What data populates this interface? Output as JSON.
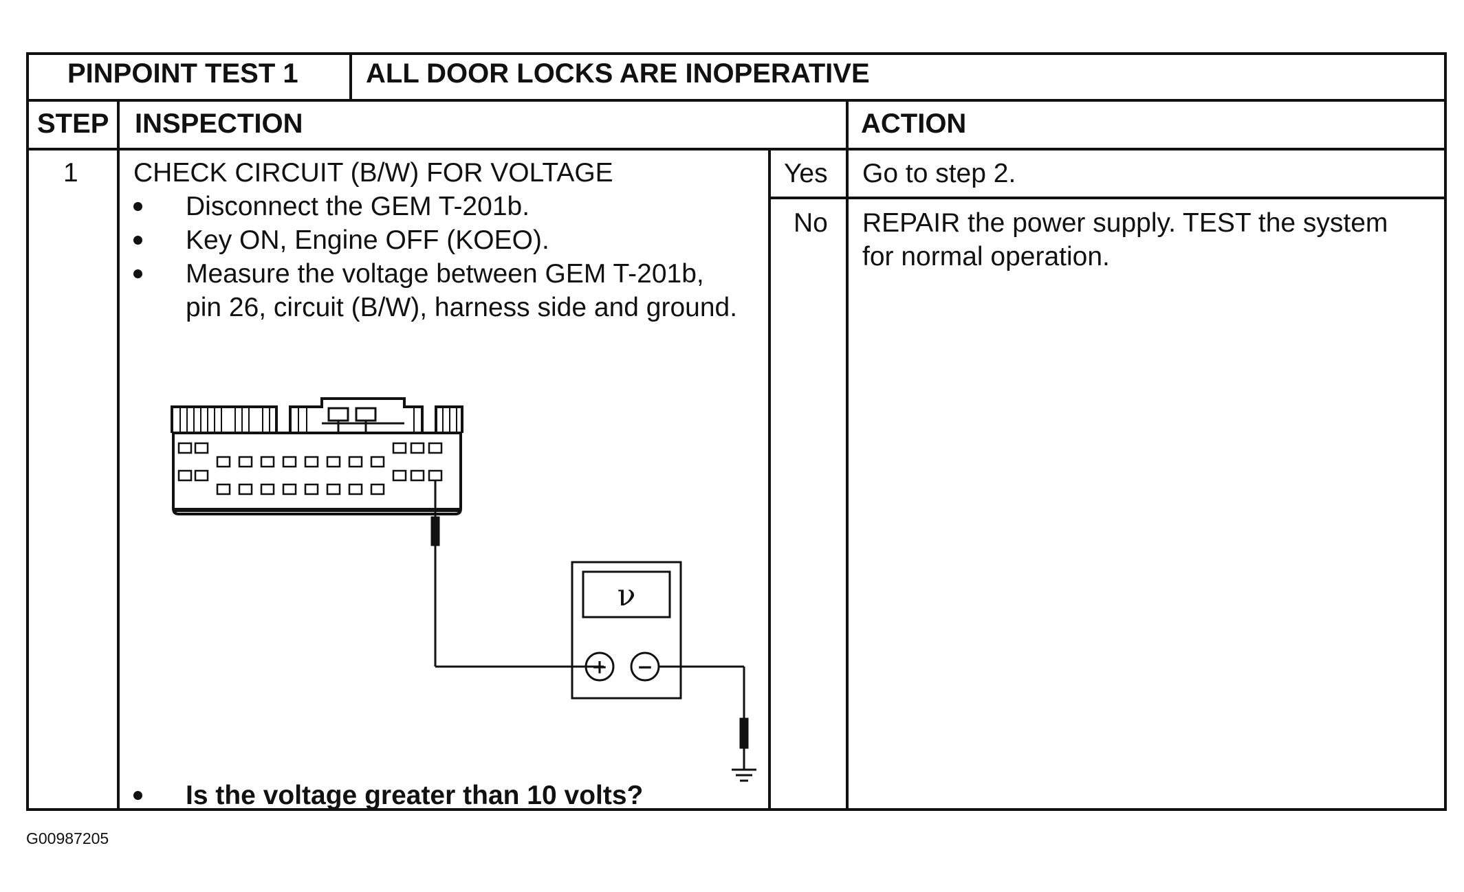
{
  "header": {
    "test_label": "PINPOINT TEST 1",
    "test_title": "ALL DOOR LOCKS ARE INOPERATIVE"
  },
  "columns": {
    "step": "STEP",
    "inspection": "INSPECTION",
    "action": "ACTION"
  },
  "step": {
    "number": "1",
    "title": "CHECK CIRCUIT (B/W) FOR VOLTAGE",
    "bullets": [
      "Disconnect the GEM T-201b.",
      "Key ON, Engine OFF (KOEO).",
      "Measure the voltage between GEM T-201b,",
      "pin 26, circuit (B/W), harness side and ground."
    ],
    "question": "Is the voltage greater than 10 volts?",
    "outcomes": [
      {
        "answer": "Yes",
        "action_lines": [
          "Go to step 2."
        ]
      },
      {
        "answer": "No",
        "action_lines": [
          "REPAIR the power supply.  TEST the system",
          "for normal operation."
        ]
      }
    ]
  },
  "diagram": {
    "meter_symbol": "ν",
    "plus_symbol": "+",
    "minus_symbol": "−",
    "icons": [
      "connector-icon",
      "voltmeter-icon",
      "ground-icon"
    ]
  },
  "figure_code": "G00987205"
}
